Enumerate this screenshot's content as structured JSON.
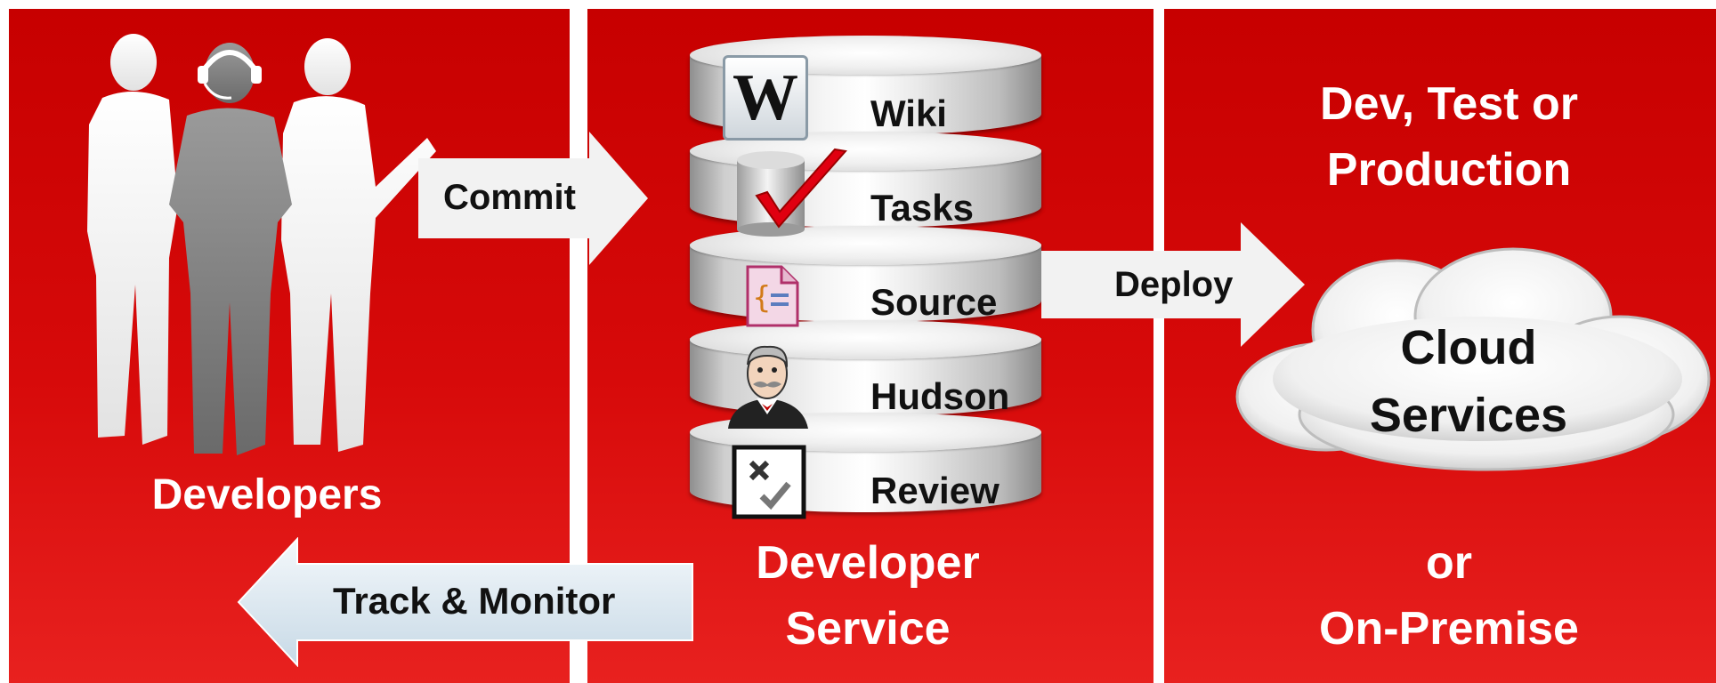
{
  "developers": {
    "label": "Developers"
  },
  "arrows": {
    "commit": "Commit",
    "deploy": "Deploy",
    "track": "Track & Monitor"
  },
  "developer_service": {
    "label_line1": "Developer",
    "label_line2": "Service",
    "items": [
      {
        "label": "Wiki",
        "icon": "wikipedia-w-icon"
      },
      {
        "label": "Tasks",
        "icon": "task-checkmark-icon"
      },
      {
        "label": "Source",
        "icon": "source-code-file-icon"
      },
      {
        "label": "Hudson",
        "icon": "hudson-butler-icon"
      },
      {
        "label": "Review",
        "icon": "review-checkbox-icon"
      }
    ]
  },
  "target": {
    "line1": "Dev, Test or",
    "line2": "Production",
    "cloud_line1": "Cloud",
    "cloud_line2": "Services",
    "or": "or",
    "onprem": "On-Premise"
  },
  "colors": {
    "panel_red": "#d00000",
    "arrow_fill": "#f2f2f2",
    "track_arrow_fill": "#dfe9f0"
  }
}
